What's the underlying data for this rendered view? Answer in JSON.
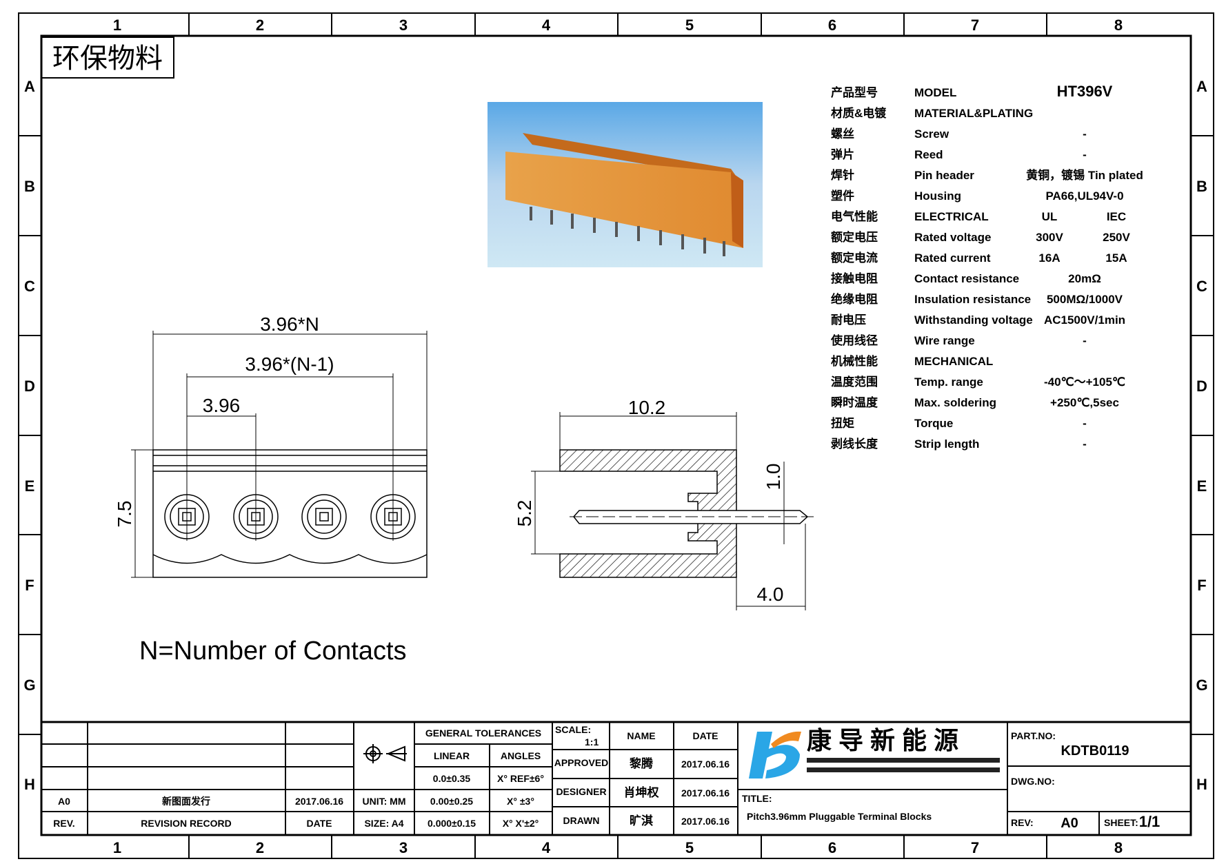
{
  "grid": {
    "columns": [
      "1",
      "2",
      "3",
      "4",
      "5",
      "6",
      "7",
      "8"
    ],
    "rows": [
      "A",
      "B",
      "C",
      "D",
      "E",
      "F",
      "G",
      "H"
    ]
  },
  "stamp": "环保物料",
  "specs": [
    {
      "cn": "产品型号",
      "en": "MODEL",
      "value": "HT396V"
    },
    {
      "cn": "材质&电镀",
      "en": "MATERIAL&PLATING",
      "value": ""
    },
    {
      "cn": "螺丝",
      "en": "Screw",
      "value": "-"
    },
    {
      "cn": "弹片",
      "en": "Reed",
      "value": "-"
    },
    {
      "cn": "焊针",
      "en": "Pin header",
      "value": "黄铜，镀锡 Tin plated"
    },
    {
      "cn": "塑件",
      "en": "Housing",
      "value": "PA66,UL94V-0"
    },
    {
      "cn": "电气性能",
      "en": "ELECTRICAL",
      "ul": "UL",
      "iec": "IEC"
    },
    {
      "cn": "额定电压",
      "en": "Rated voltage",
      "ul": "300V",
      "iec": "250V"
    },
    {
      "cn": "额定电流",
      "en": "Rated current",
      "ul": "16A",
      "iec": "15A"
    },
    {
      "cn": "接触电阻",
      "en": "Contact resistance",
      "value": "20mΩ"
    },
    {
      "cn": "绝缘电阻",
      "en": "Insulation resistance",
      "value": "500MΩ/1000V"
    },
    {
      "cn": "耐电压",
      "en": "Withstanding voltage",
      "value": "AC1500V/1min"
    },
    {
      "cn": "使用线径",
      "en": "Wire range",
      "value": "-"
    },
    {
      "cn": "机械性能",
      "en": "MECHANICAL",
      "value": ""
    },
    {
      "cn": "温度范围",
      "en": "Temp. range",
      "value": "-40℃～+105℃"
    },
    {
      "cn": "瞬时温度",
      "en": "Max. soldering",
      "value": "+250℃,5sec"
    },
    {
      "cn": "扭矩",
      "en": "Torque",
      "value": "-"
    },
    {
      "cn": "剥线长度",
      "en": "Strip length",
      "value": "-"
    }
  ],
  "dimensions": {
    "total_width": "3.96*N",
    "span": "3.96*(N-1)",
    "pitch": "3.96",
    "height": "7.5",
    "depth": "10.2",
    "opening": "5.2",
    "pin_dia": "1.0",
    "pin_len": "4.0"
  },
  "note": "N=Number of Contacts",
  "title_block": {
    "revision": {
      "rev": "A0",
      "record": "新图面发行",
      "date": "2017.06.16"
    },
    "revision_headers": {
      "rev": "REV.",
      "record": "REVISION RECORD",
      "date": "DATE"
    },
    "unit": "UNIT: MM",
    "size": "SIZE: A4",
    "general_tolerances": "GENERAL TOLERANCES",
    "linear_label": "LINEAR",
    "angles_label": "ANGLES",
    "linear": [
      "0.0±0.35",
      "0.00±0.25",
      "0.000±0.15"
    ],
    "angles": [
      "X° REF±6°",
      "X° ±3°",
      "X° X'±2°"
    ],
    "scale_label": "SCALE:",
    "scale": "1:1",
    "name_header": "NAME",
    "date_header": "DATE",
    "approvals": [
      {
        "role": "APPROVED",
        "name": "黎腾",
        "date": "2017.06.16"
      },
      {
        "role": "DESIGNER",
        "name": "肖坤权",
        "date": "2017.06.16"
      },
      {
        "role": "DRAWN",
        "name": "旷淇",
        "date": "2017.06.16"
      }
    ],
    "company": "康 导 新 能 源",
    "title_label": "TITLE:",
    "title": "Pitch3.96mm Pluggable Terminal Blocks",
    "part_no_label": "PART.NO:",
    "part_no": "KDTB0119",
    "dwg_no_label": "DWG.NO:",
    "rev_label": "REV:",
    "rev": "A0",
    "sheet_label": "SHEET:",
    "sheet": "1/1"
  }
}
